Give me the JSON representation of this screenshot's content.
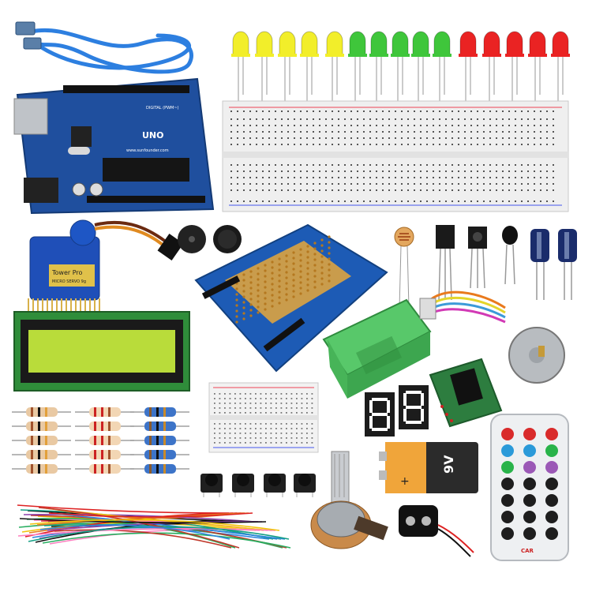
{
  "arduino": {
    "model_label": "UNO",
    "brand_label": "DIGITAL (PWM~)",
    "url_label": "www.sunfounder.com"
  },
  "servo": {
    "label": "Tower Pro",
    "model": "MICRO SERVO 9g"
  },
  "battery": {
    "label": "9V"
  },
  "remote": {
    "brand": "CAR"
  },
  "colors": {
    "board_blue": "#1f4f9e",
    "led_yellow": "#f2ee2a",
    "led_green": "#3fc63b",
    "led_red": "#ea2323",
    "lcd_green": "#b9dc3a",
    "case_green": "#58c86a"
  }
}
